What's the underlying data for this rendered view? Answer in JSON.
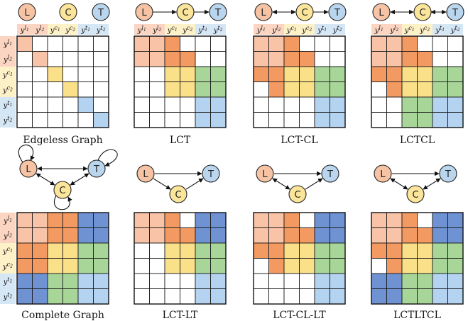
{
  "nodes": {
    "L": {
      "label": "L",
      "fill": "#F6C3A4"
    },
    "C": {
      "label": "C",
      "fill": "#FAE59A"
    },
    "T": {
      "label": "T",
      "fill": "#B9D6EE"
    }
  },
  "labels": [
    "y^{l_1}",
    "y^{l_2}",
    "y^{c_1}",
    "y^{c_2}",
    "y^{t_1}",
    "y^{t_2}"
  ],
  "label_colors": [
    "#FBD5C2",
    "#FBD5C2",
    "#FDF1C7",
    "#FDF1C7",
    "#D5E6F5",
    "#D5E6F5"
  ],
  "colors": {
    "0": "#FFFFFF",
    "1": "#F8C3A6",
    "2": "#F39A62",
    "3": "#FBE08A",
    "4": "#B3D3F0",
    "5": "#6E92D2",
    "6": "#A8D699"
  },
  "panels": [
    {
      "caption": "Edgeless Graph",
      "graph": "top-none",
      "matrix": [
        [
          1,
          0,
          0,
          0,
          0,
          0
        ],
        [
          0,
          1,
          0,
          0,
          0,
          0
        ],
        [
          0,
          0,
          3,
          0,
          0,
          0
        ],
        [
          0,
          0,
          0,
          3,
          0,
          0
        ],
        [
          0,
          0,
          0,
          0,
          4,
          0
        ],
        [
          0,
          0,
          0,
          0,
          0,
          4
        ]
      ]
    },
    {
      "caption": "LCT",
      "graph": "top-lct",
      "matrix": [
        [
          1,
          1,
          2,
          0,
          0,
          0
        ],
        [
          1,
          1,
          2,
          2,
          0,
          0
        ],
        [
          0,
          0,
          3,
          3,
          6,
          6
        ],
        [
          0,
          0,
          3,
          3,
          6,
          6
        ],
        [
          0,
          0,
          0,
          0,
          4,
          4
        ],
        [
          0,
          0,
          0,
          0,
          4,
          4
        ]
      ]
    },
    {
      "caption": "LCT-CL",
      "graph": "top-lctcl",
      "matrix": [
        [
          1,
          1,
          2,
          0,
          0,
          0
        ],
        [
          1,
          1,
          2,
          2,
          0,
          0
        ],
        [
          2,
          2,
          3,
          3,
          6,
          6
        ],
        [
          0,
          2,
          3,
          3,
          6,
          6
        ],
        [
          0,
          0,
          0,
          0,
          4,
          4
        ],
        [
          0,
          0,
          0,
          0,
          4,
          4
        ]
      ]
    },
    {
      "caption": "LCTCL",
      "graph": "top-lctcl2",
      "matrix": [
        [
          1,
          1,
          2,
          0,
          0,
          0
        ],
        [
          1,
          1,
          2,
          2,
          0,
          0
        ],
        [
          2,
          2,
          3,
          3,
          6,
          6
        ],
        [
          0,
          2,
          3,
          3,
          6,
          6
        ],
        [
          0,
          0,
          6,
          6,
          4,
          4
        ],
        [
          0,
          0,
          6,
          6,
          4,
          4
        ]
      ]
    },
    {
      "caption": "Complete Graph",
      "graph": "bot-complete",
      "matrix": [
        [
          1,
          1,
          2,
          2,
          5,
          5
        ],
        [
          1,
          1,
          2,
          2,
          5,
          5
        ],
        [
          2,
          2,
          3,
          3,
          6,
          6
        ],
        [
          2,
          2,
          3,
          3,
          6,
          6
        ],
        [
          5,
          5,
          6,
          6,
          4,
          4
        ],
        [
          5,
          5,
          6,
          6,
          4,
          4
        ]
      ]
    },
    {
      "caption": "LCT-LT",
      "graph": "bot-lctlt",
      "matrix": [
        [
          1,
          1,
          2,
          0,
          5,
          5
        ],
        [
          1,
          1,
          2,
          2,
          5,
          5
        ],
        [
          0,
          0,
          3,
          3,
          6,
          6
        ],
        [
          0,
          0,
          3,
          3,
          6,
          6
        ],
        [
          0,
          0,
          0,
          0,
          4,
          4
        ],
        [
          0,
          0,
          0,
          0,
          4,
          4
        ]
      ]
    },
    {
      "caption": "LCT-CL-LT",
      "graph": "bot-lctcllt",
      "matrix": [
        [
          1,
          1,
          2,
          0,
          5,
          5
        ],
        [
          1,
          1,
          2,
          2,
          5,
          5
        ],
        [
          2,
          2,
          3,
          3,
          6,
          6
        ],
        [
          0,
          2,
          3,
          3,
          6,
          6
        ],
        [
          0,
          0,
          0,
          0,
          4,
          4
        ],
        [
          0,
          0,
          0,
          0,
          4,
          4
        ]
      ]
    },
    {
      "caption": "LCTLTCL",
      "graph": "bot-lctltcl",
      "matrix": [
        [
          1,
          1,
          2,
          0,
          5,
          5
        ],
        [
          1,
          1,
          2,
          2,
          5,
          5
        ],
        [
          2,
          2,
          3,
          3,
          6,
          6
        ],
        [
          0,
          2,
          3,
          3,
          6,
          6
        ],
        [
          5,
          5,
          6,
          6,
          4,
          4
        ],
        [
          5,
          5,
          6,
          6,
          4,
          4
        ]
      ]
    }
  ]
}
